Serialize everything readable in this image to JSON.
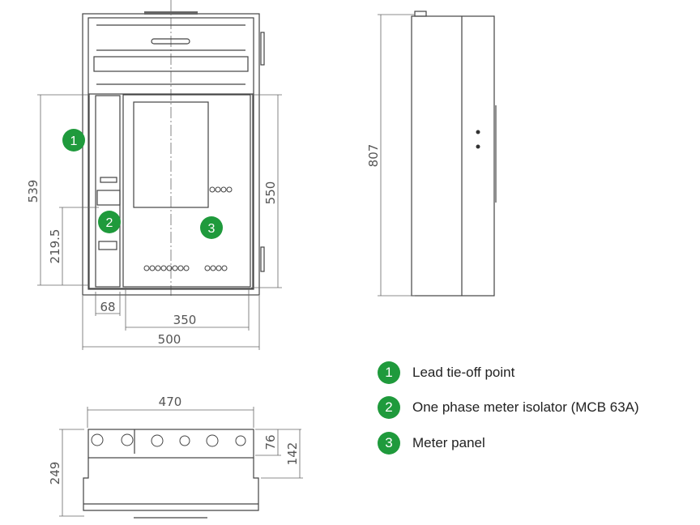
{
  "front_view": {
    "dimensions": {
      "height_left": "539",
      "height_meter": "219.5",
      "height_right": "550",
      "width_isolator": "68",
      "width_panel": "350",
      "width_total": "500"
    },
    "callouts": [
      "1",
      "2",
      "3"
    ]
  },
  "side_view": {
    "dimensions": {
      "height": "807"
    }
  },
  "bottom_view": {
    "dimensions": {
      "width": "470",
      "depth": "249",
      "depth_inner": "76",
      "depth_mid": "142"
    }
  },
  "legend": {
    "badge_color": "#1f9a3c",
    "items": [
      {
        "number": "1",
        "label": "Lead tie-off point"
      },
      {
        "number": "2",
        "label": "One phase meter isolator (MCB 63A)"
      },
      {
        "number": "3",
        "label": "Meter panel"
      }
    ]
  }
}
